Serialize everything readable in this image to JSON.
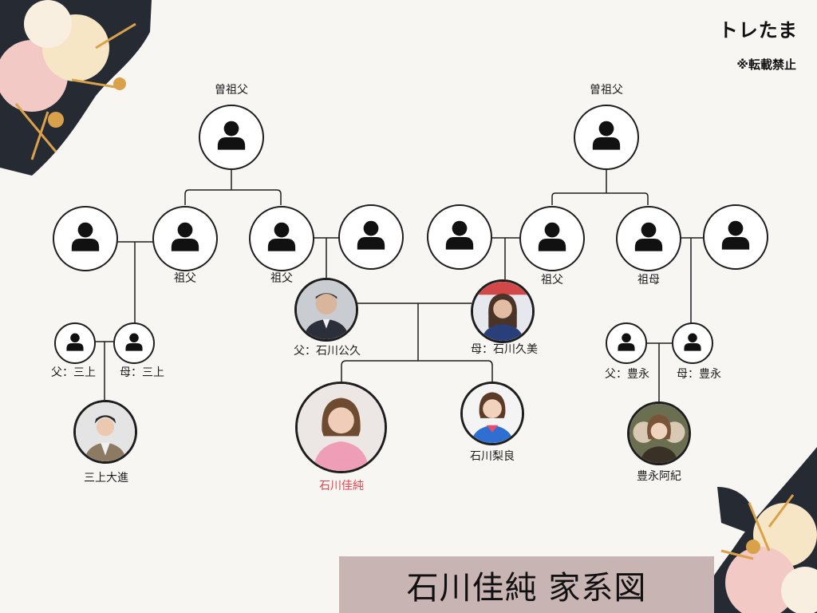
{
  "brand": "トレたま",
  "notice": "※転載禁止",
  "title": "石川佳純 家系図",
  "colors": {
    "line": "#1e1e1e",
    "main_label": "#e8434b",
    "banner": "#c9b4b4",
    "deco_dark": "#262a33",
    "deco_pink": "#f2c9c4",
    "deco_cream": "#f6e6c6",
    "deco_gold": "#d9a24a"
  },
  "people": {
    "gg_left": "曽祖父",
    "gg_right": "曽祖父",
    "gf_ishikawa_left": "祖父",
    "gf_ishikawa_right": "祖父",
    "gf_mother_side": "祖父",
    "gm_toyonaga": "祖母",
    "father": "父：石川公久",
    "mother": "母：石川久美",
    "mikami_father": "父：三上",
    "mikami_mother": "母：三上",
    "toyonaga_father": "父：豊永",
    "toyonaga_mother": "母：豊永",
    "kasumi": "石川佳純",
    "rira": "石川梨良",
    "mikami": "三上大進",
    "aki": "豊永阿紀"
  }
}
